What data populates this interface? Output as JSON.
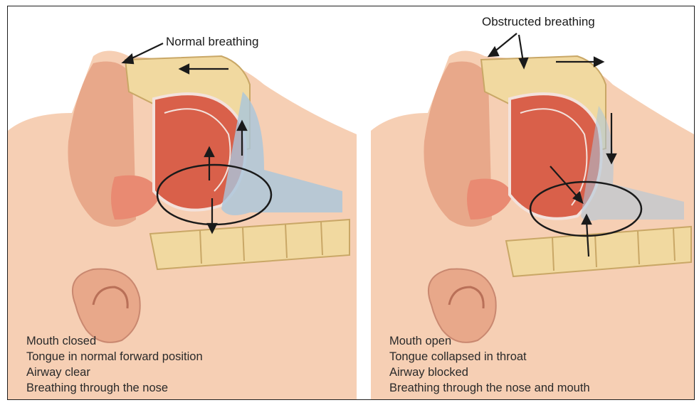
{
  "colors": {
    "skin": "#f6cfb4",
    "skin_shadow": "#e8a88a",
    "muscle": "#d9604a",
    "muscle_light": "#e98a72",
    "bone": "#f1d9a0",
    "bone_outline": "#c9a766",
    "airway": "#f3e2dc",
    "fluid": "#a9c6dc",
    "outline": "#1a1a1a"
  },
  "panels": [
    {
      "title": "Normal breathing",
      "captions": [
        "Mouth closed",
        "Tongue in normal forward position",
        "Airway clear",
        "Breathing through the nose"
      ]
    },
    {
      "title": "Obstructed breathing",
      "captions": [
        "Mouth open",
        "Tongue collapsed in throat",
        "Airway blocked",
        "Breathing through the nose and mouth"
      ]
    }
  ]
}
